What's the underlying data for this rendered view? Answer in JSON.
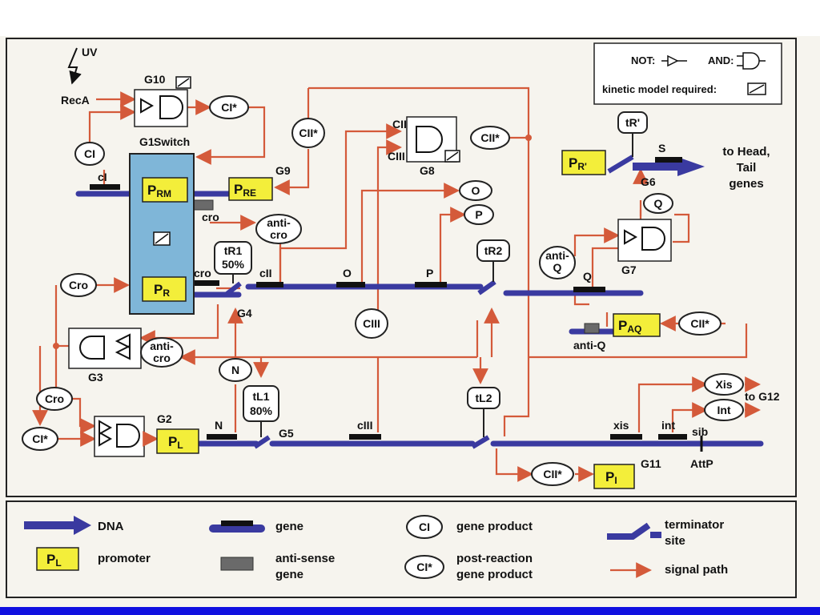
{
  "colors": {
    "dna": "#3a3aa0",
    "gene": "#111111",
    "signal": "#d45a3a",
    "promoter_fill": "#f3ee3a",
    "switch_fill": "#7fb6d8",
    "background": "#f6f4ee",
    "bottom_bar": "#1010e0"
  },
  "key_box": {
    "not_label": "NOT:",
    "and_label": "AND:",
    "kinetic_label": "kinetic model required:"
  },
  "inputs": {
    "uv": "UV",
    "reca": "RecA"
  },
  "gates": {
    "g1": "G1",
    "switch": "Switch",
    "g2": "G2",
    "g3": "G3",
    "g4": "G4",
    "g5": "G5",
    "g6": "G6",
    "g7": "G7",
    "g8": "G8",
    "g9": "G9",
    "g10": "G10",
    "g11": "G11",
    "g12": "to G12"
  },
  "promoters": {
    "prm": {
      "main": "P",
      "sub": "RM"
    },
    "pre": {
      "main": "P",
      "sub": "RE"
    },
    "pr": {
      "main": "P",
      "sub": "R"
    },
    "pl": {
      "main": "P",
      "sub": "L"
    },
    "paq": {
      "main": "P",
      "sub": "AQ"
    },
    "pr_prime": {
      "main": "P",
      "sub": "R'"
    },
    "pi": {
      "main": "P",
      "sub": "I"
    }
  },
  "products": {
    "ci": "CI",
    "ci_star": "CI*",
    "cii_star": "CII*",
    "cii": "CII",
    "ciii": "CIII",
    "o": "O",
    "p": "P",
    "q": "Q",
    "cro": "Cro",
    "anti_cro_1": "anti-",
    "anti_cro_2": "cro",
    "anti_q_1": "anti-",
    "anti_q_2": "Q",
    "n": "N",
    "xis": "Xis",
    "int": "Int"
  },
  "genes": {
    "ci": "cI",
    "cro": "cro",
    "cii": "cII",
    "o": "O",
    "p": "P",
    "q": "Q",
    "n": "N",
    "ciii": "cIII",
    "xis": "xis",
    "int": "int",
    "sib": "sib",
    "attp": "AttP",
    "s": "S",
    "anti_q": "anti-Q"
  },
  "terminators": {
    "tr1": "tR1",
    "tr1_pct": "50%",
    "tr2": "tR2",
    "tl1": "tL1",
    "tl1_pct": "80%",
    "tl2": "tL2",
    "tr_prime": "tR'"
  },
  "head_tail": {
    "line1": "to Head,",
    "line2": "Tail",
    "line3": "genes"
  },
  "legend": {
    "dna": "DNA",
    "promoter": "promoter",
    "promoter_symbol_main": "P",
    "promoter_symbol_sub": "L",
    "gene": "gene",
    "antisense_1": "anti-sense",
    "antisense_2": "gene",
    "gene_product": "gene product",
    "gene_product_symbol": "CI",
    "post_reaction_1": "post-reaction",
    "post_reaction_2": "gene product",
    "post_reaction_symbol": "CI*",
    "terminator_1": "terminator",
    "terminator_2": "site",
    "signal_path": "signal path"
  }
}
